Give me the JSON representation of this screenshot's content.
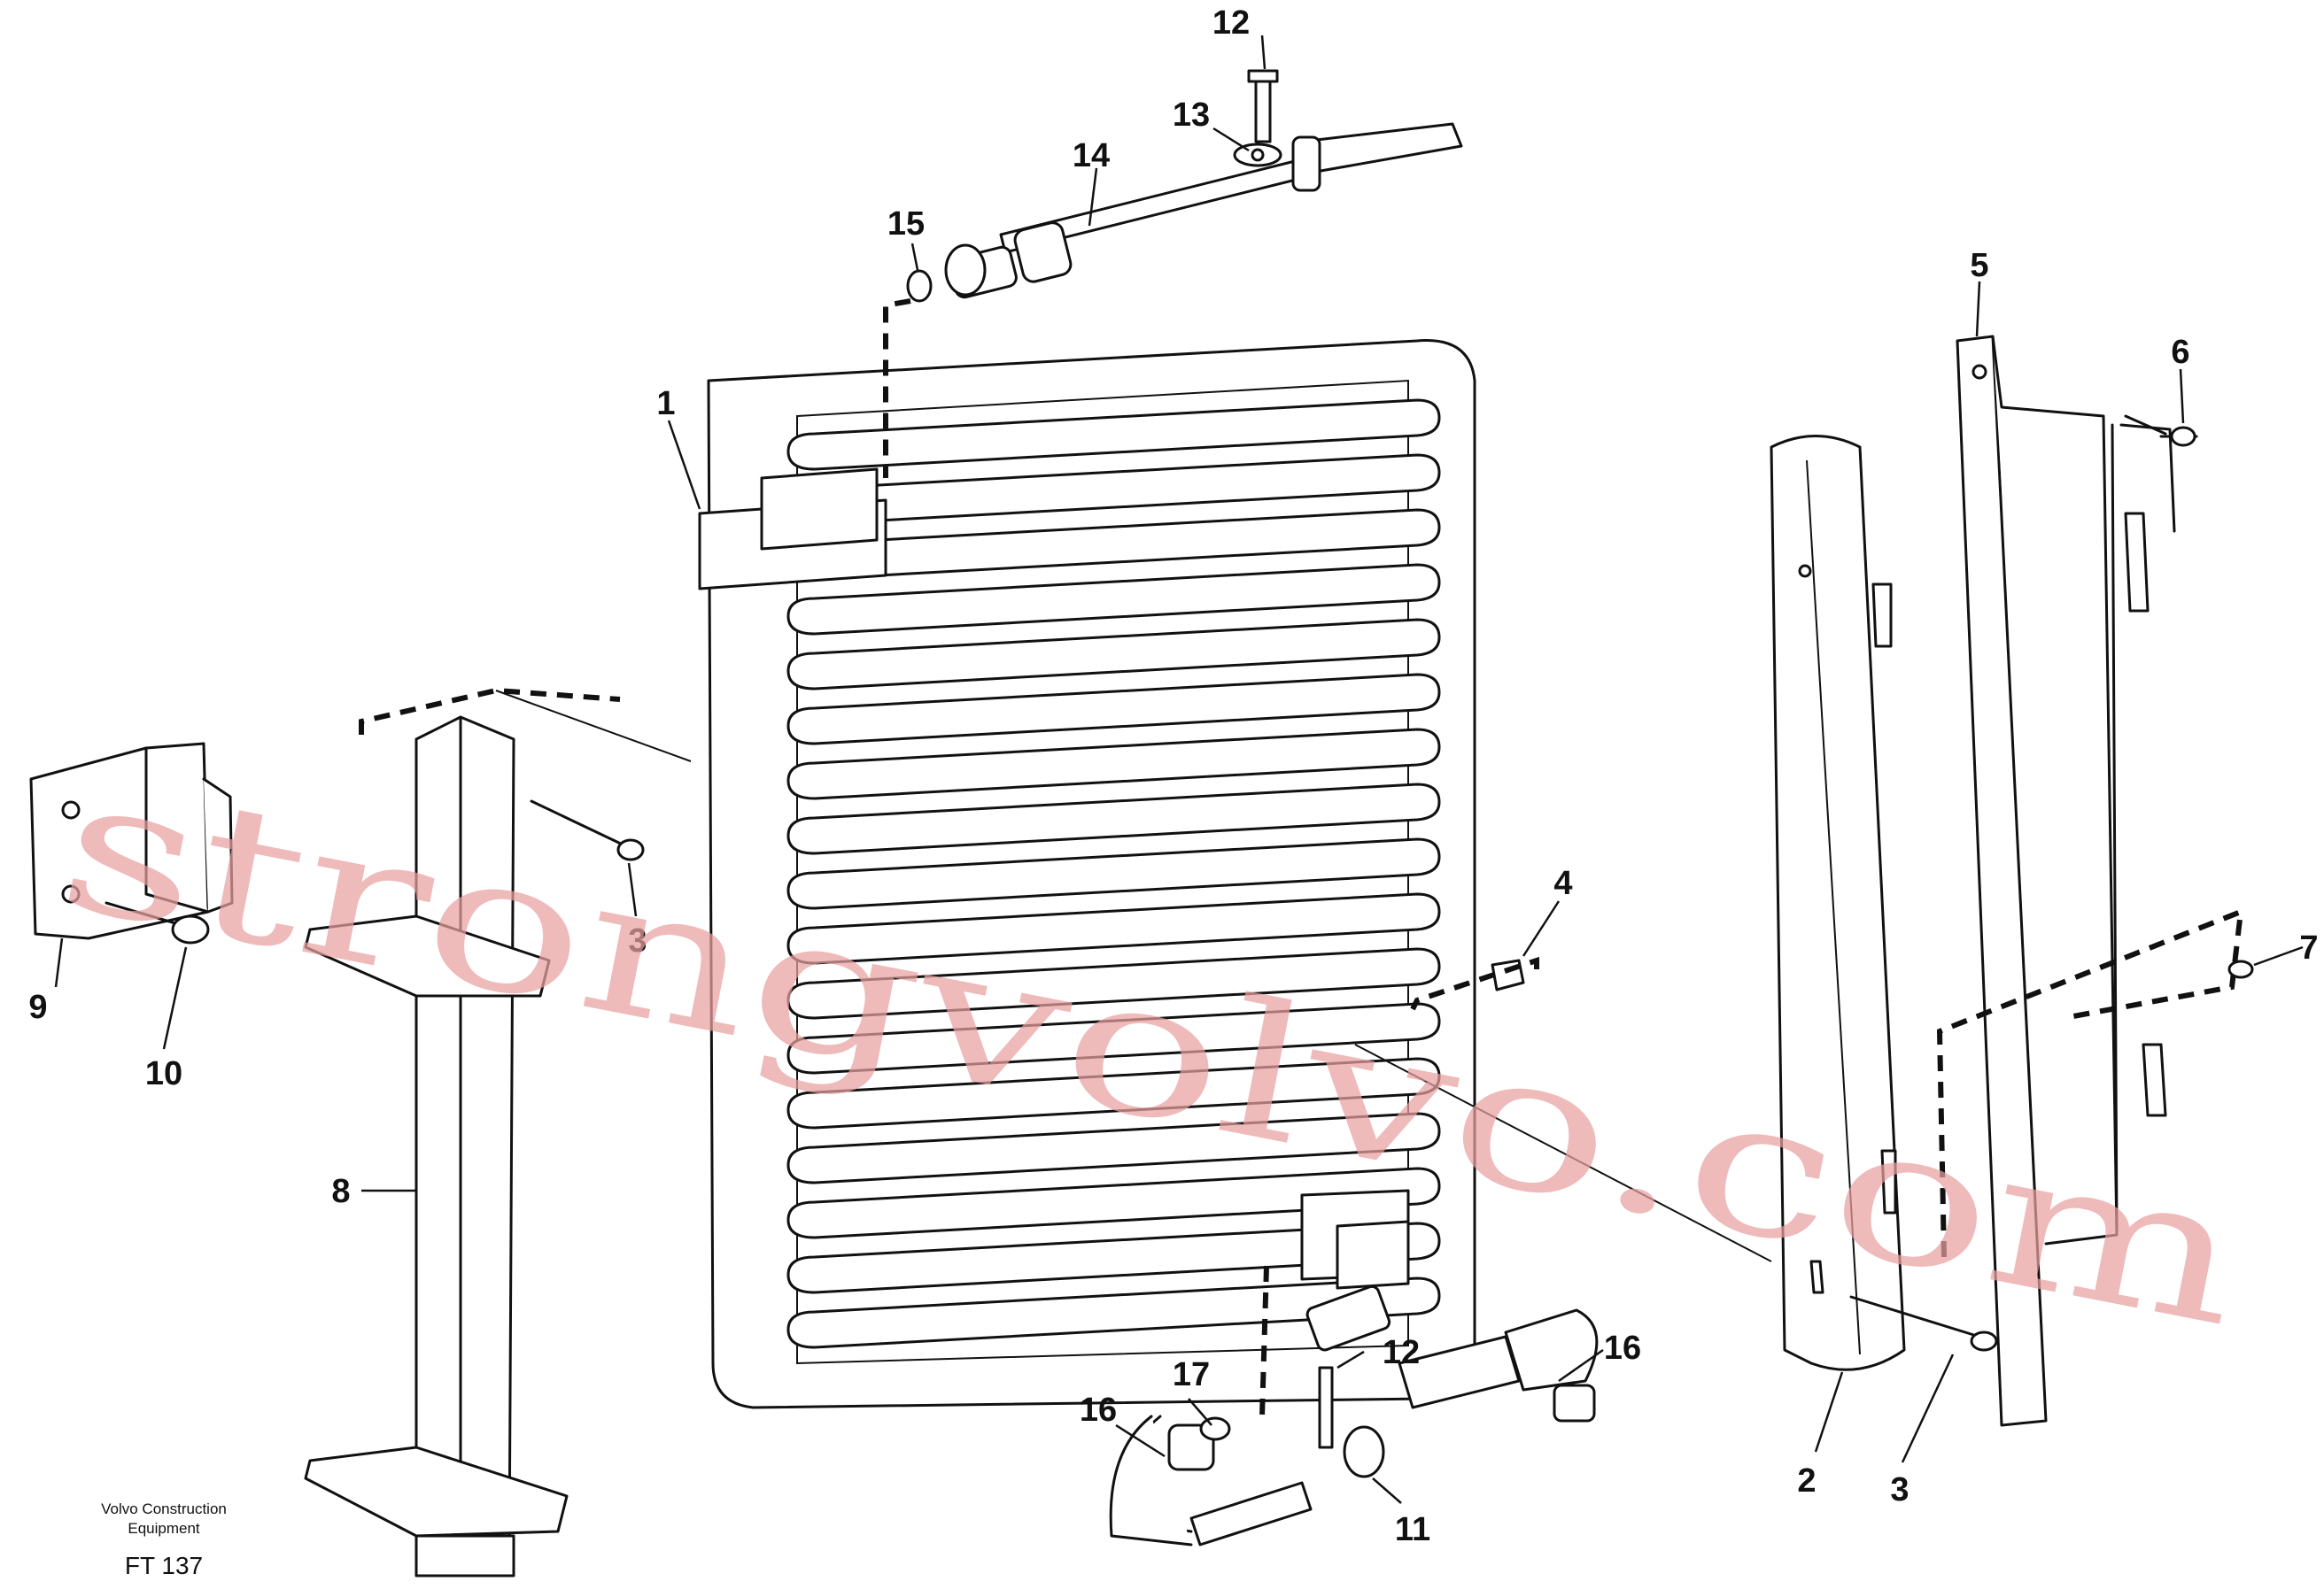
{
  "callouts": {
    "c1": "1",
    "c2": "2",
    "c3a": "3",
    "c3b": "3",
    "c4": "4",
    "c5": "5",
    "c6": "6",
    "c7": "7",
    "c8": "8",
    "c9": "9",
    "c10": "10",
    "c11": "11",
    "c12a": "12",
    "c12b": "12",
    "c13": "13",
    "c14": "14",
    "c15": "15",
    "c16a": "16",
    "c16b": "16",
    "c17": "17"
  },
  "footer": {
    "maker_line1": "Volvo Construction",
    "maker_line2": "Equipment",
    "figure_code": "FT 137"
  },
  "watermark": "strongvolvo.com",
  "colors": {
    "line": "#111111",
    "watermark": "#e8a0a0",
    "background": "#ffffff"
  }
}
